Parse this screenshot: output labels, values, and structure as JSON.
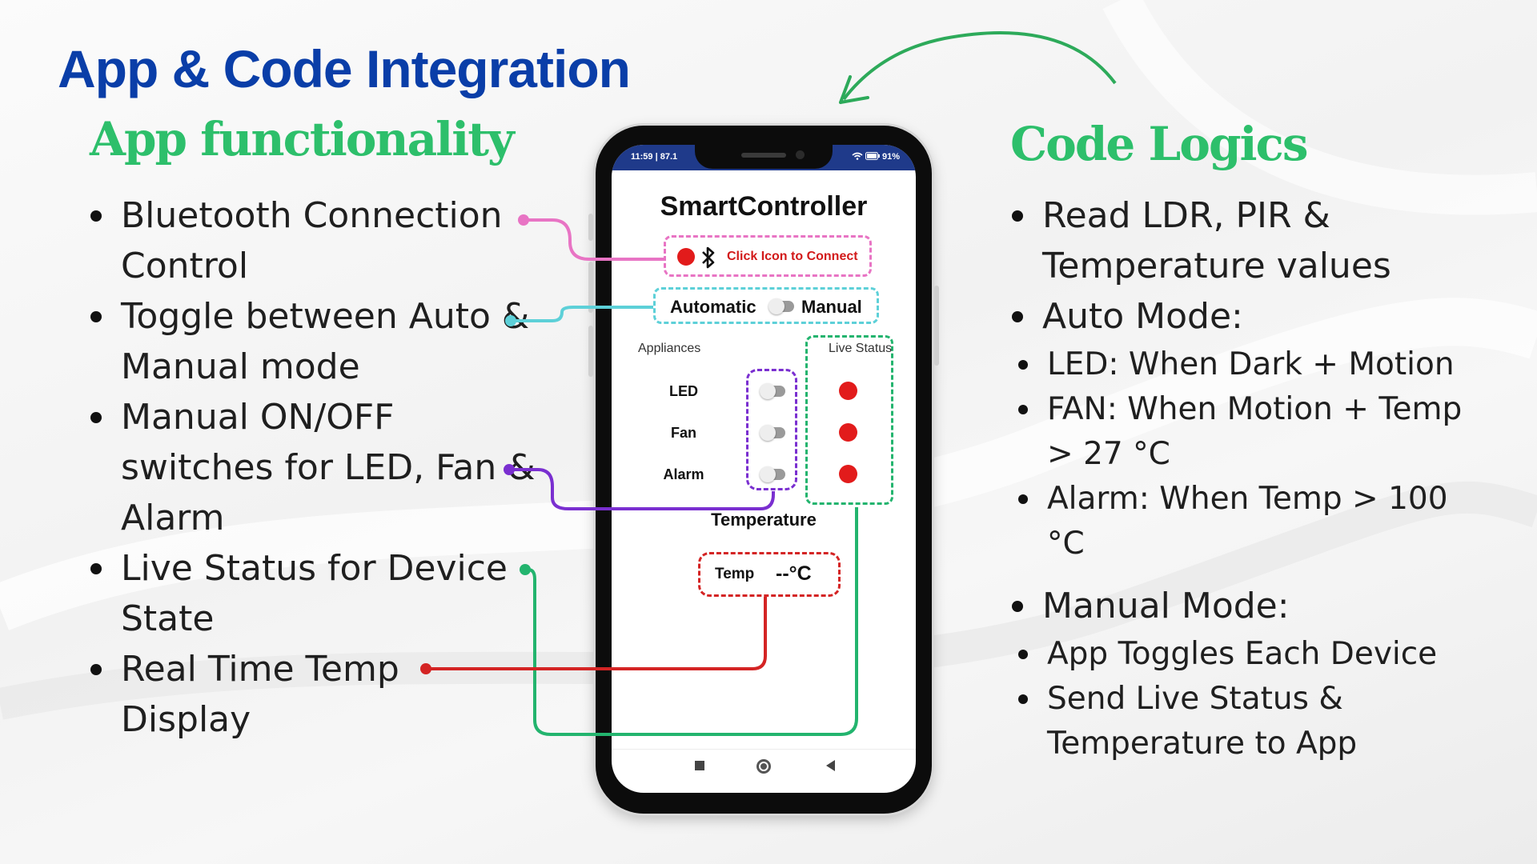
{
  "slide": {
    "title": "App & Code Integration",
    "left_heading": "App functionality",
    "right_heading": "Code Logics",
    "features": [
      "Bluetooth Connection Control",
      "Toggle between Auto & Manual mode",
      "Manual ON/OFF switches for LED, Fan & Alarm",
      "Live Status for Device State",
      "Real Time Temp Display"
    ],
    "logic": {
      "read_values": "Read LDR, PIR & Temperature values",
      "auto_mode": "Auto Mode:",
      "auto_items": [
        "LED: When Dark + Motion",
        "FAN: When Motion + Temp > 27 °C",
        "Alarm: When Temp > 100 °C"
      ],
      "manual_mode": "Manual Mode:",
      "manual_items": [
        "App Toggles Each Device",
        "Send Live Status & Temperature to App"
      ]
    }
  },
  "phone": {
    "status_time": "11:59 | 87.1",
    "status_battery": "91%",
    "app_title": "SmartController",
    "bluetooth_label": "Click Icon to Connect",
    "mode_auto": "Automatic",
    "mode_manual": "Manual",
    "appliances_header": "Appliances",
    "live_status_header": "Live Status",
    "devices": [
      "LED",
      "Fan",
      "Alarm"
    ],
    "temperature_title": "Temperature",
    "temp_label": "Temp",
    "temp_value": "--°C"
  },
  "colors": {
    "title_blue": "#0a3ea8",
    "heading_green": "#2dbf6b",
    "bluetooth_pink": "#e874c4",
    "mode_cyan": "#5dd0d8",
    "switch_purple": "#7a2fd0",
    "live_green": "#23b46e",
    "temp_red": "#d42424",
    "status_red": "#e21b1b",
    "arrow_green": "#2daa5a"
  },
  "icons": [
    "bluetooth-icon",
    "wifi-icon",
    "battery-icon",
    "back-icon",
    "home-icon",
    "recents-icon",
    "curved-arrow-icon"
  ]
}
